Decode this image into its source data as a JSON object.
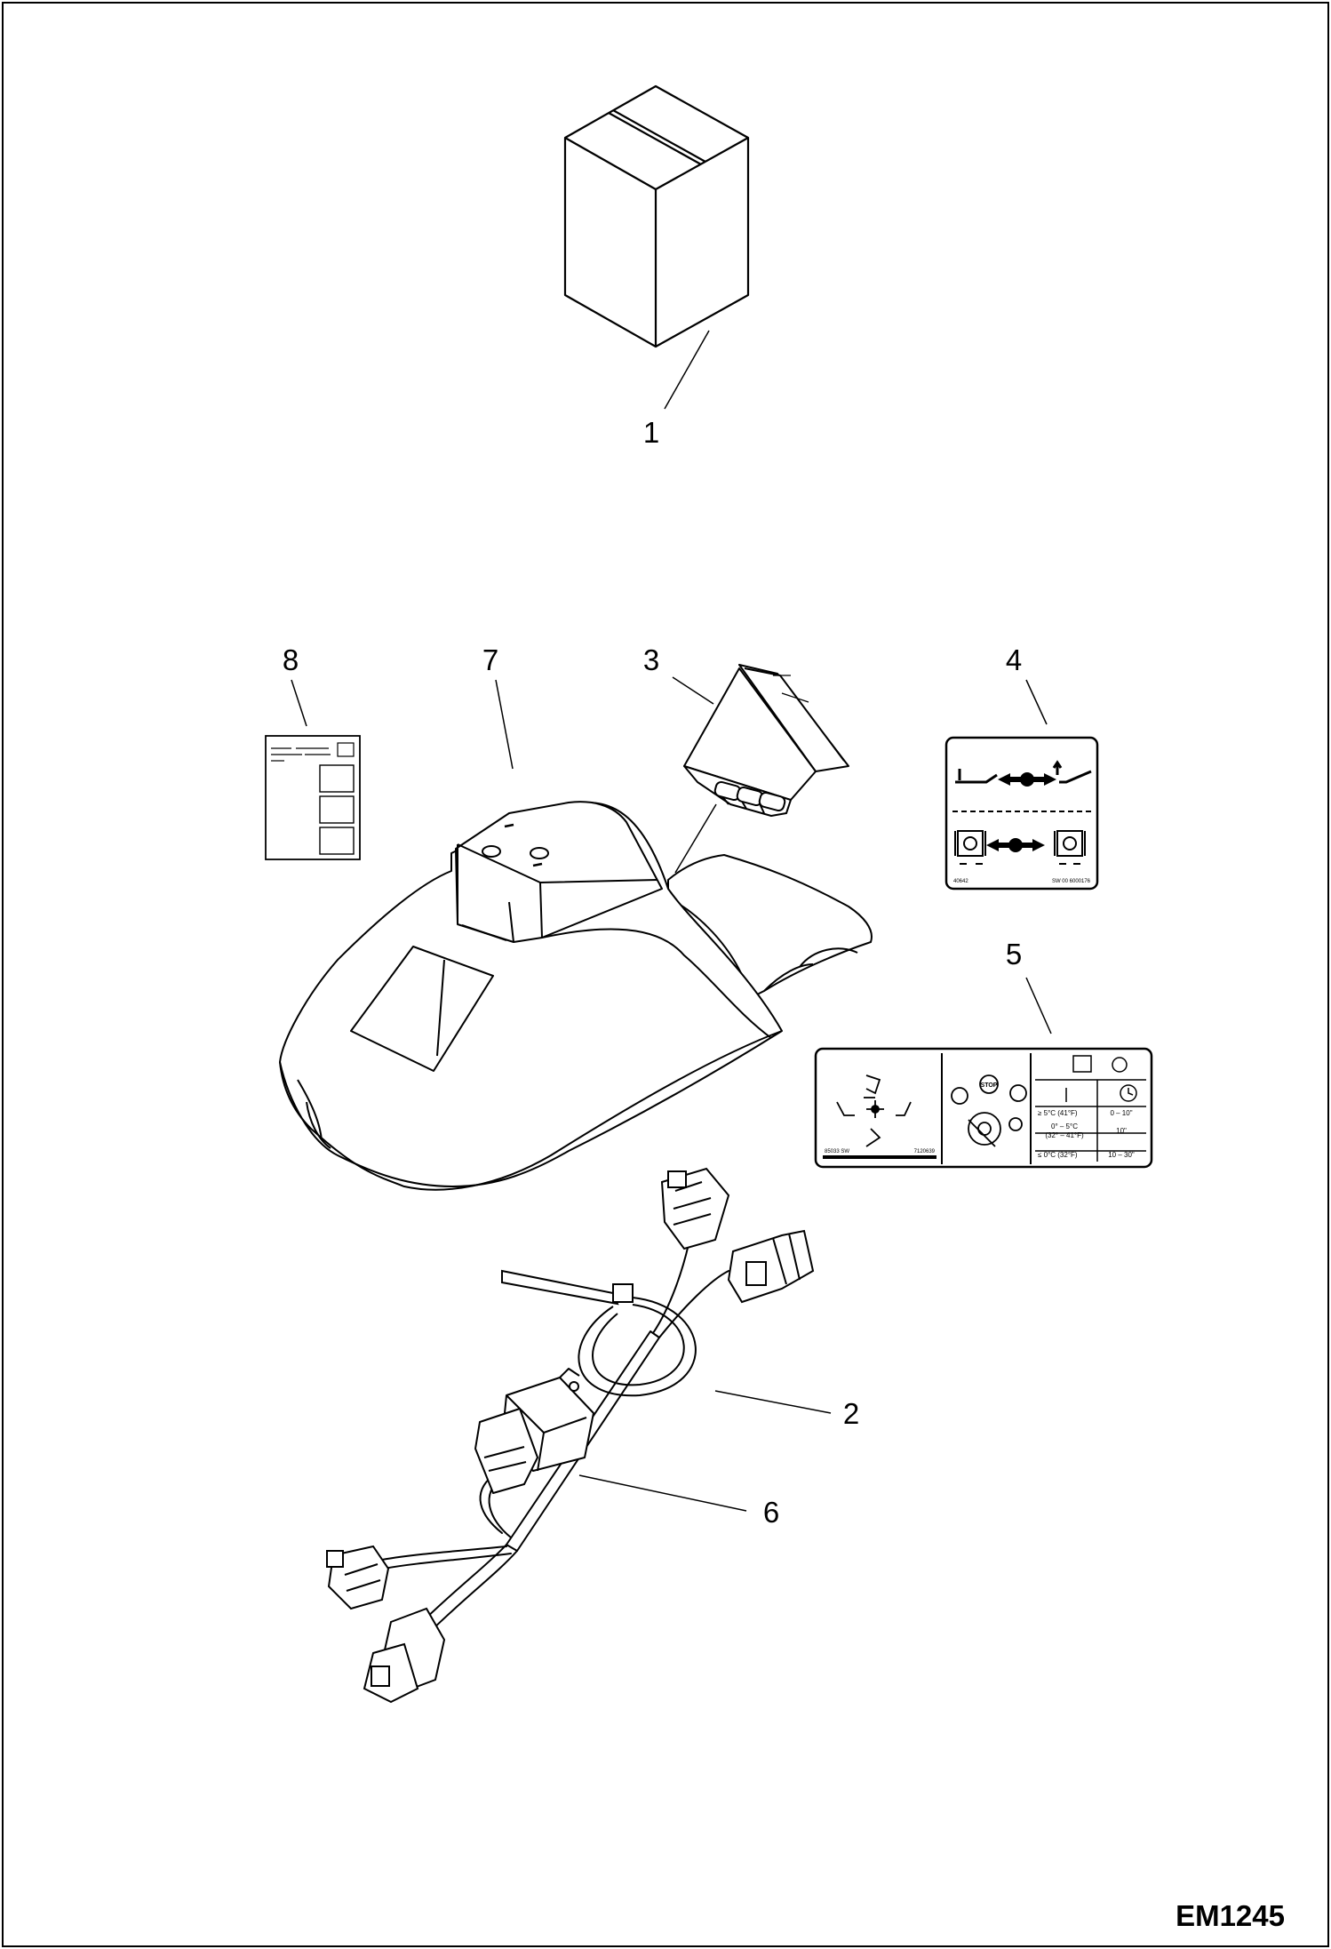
{
  "drawing": {
    "code": "EM1245",
    "callouts": [
      "1",
      "2",
      "3",
      "4",
      "5",
      "6",
      "7",
      "8"
    ]
  },
  "decal4": {
    "code_left": "40642",
    "code_right": "SW 00 6000176"
  },
  "decal5": {
    "code_left": "85033 SW",
    "code_right": "7120639",
    "stop": "STOP",
    "rows": [
      {
        "temp": "≥ 5°C (41°F)",
        "time": "0 – 10\""
      },
      {
        "temp_line1": "0° – 5°C",
        "temp_line2": "(32° – 41°F)",
        "time": "10\""
      },
      {
        "temp": "≤ 0°C (32°F)",
        "time": "10 – 30\""
      }
    ]
  }
}
